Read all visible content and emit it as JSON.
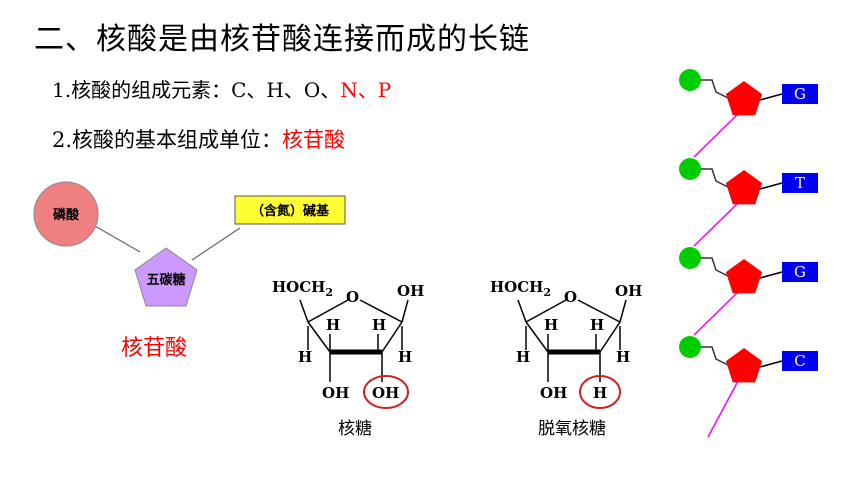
{
  "title": "二、核酸是由核苷酸连接而成的长链",
  "item1": {
    "prefix": "1.核酸的组成元素：",
    "elements_black": "C、H、O、",
    "elements_red": "N、P"
  },
  "item2": {
    "prefix": "2.核酸的基本组成单位：",
    "unit": "核苷酸"
  },
  "nucleotide_model": {
    "phosphate": "磷酸",
    "sugar": "五碳糖",
    "base": "（含氮）碱基",
    "caption": "核苷酸"
  },
  "ribose": {
    "hoch2": "HOCH",
    "sub2": "2",
    "ring_o": "O",
    "oh_right": "OH",
    "h1": "H",
    "h2": "H",
    "h3": "H",
    "h4": "H",
    "oh_bottom_left": "OH",
    "oh_bottom_circled": "OH",
    "caption": "核糖"
  },
  "deoxyribose": {
    "hoch2": "HOCH",
    "sub2": "2",
    "ring_o": "O",
    "oh_right": "OH",
    "h1": "H",
    "h2": "H",
    "h3": "H",
    "h4": "H",
    "oh_bottom_left": "OH",
    "h_bottom_circled": "H",
    "caption": "脱氧核糖"
  },
  "strand": {
    "bases": [
      "G",
      "T",
      "G",
      "C"
    ],
    "colors": {
      "phosphate": "#00cc00",
      "sugar": "#ff0000",
      "base": "#0000ee",
      "backbone": "#ff00ff"
    }
  }
}
